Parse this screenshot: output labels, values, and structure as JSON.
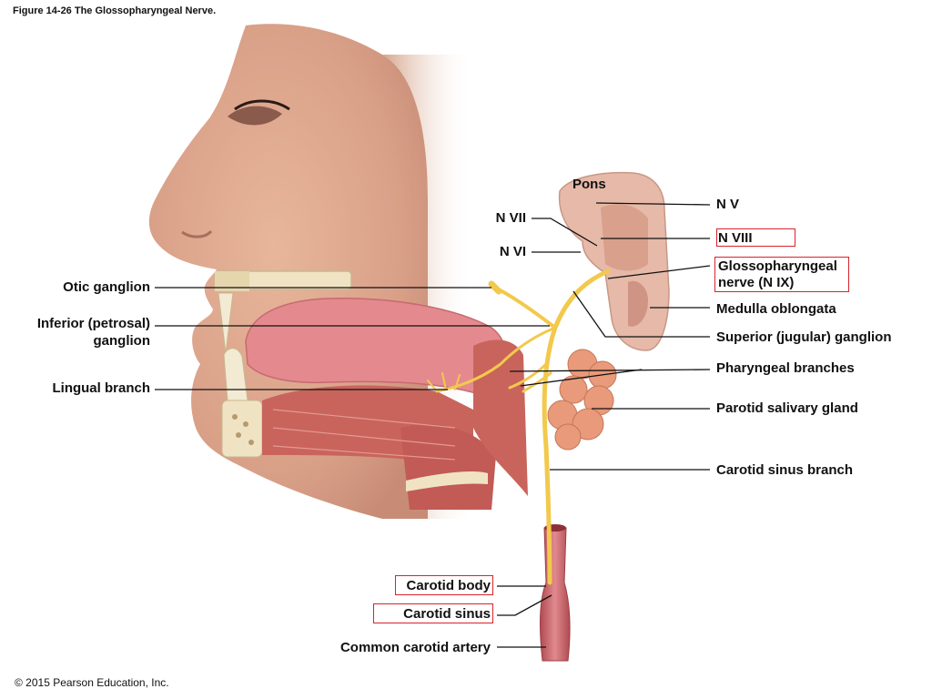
{
  "figure": {
    "caption": "Figure 14-26 The Glossopharyngeal Nerve.",
    "copyright": "© 2015 Pearson Education, Inc."
  },
  "labels": {
    "pons": "Pons",
    "n_v": "N V",
    "n_vii": "N VII",
    "n_viii": "N VIII",
    "n_vi": "N VI",
    "glosso_line1": "Glossopharyngeal",
    "glosso_line2": "nerve (N IX)",
    "otic_ganglion": "Otic ganglion",
    "medulla": "Medulla oblongata",
    "inferior_line1": "Inferior (petrosal)",
    "inferior_line2": "ganglion",
    "superior_ganglion": "Superior (jugular) ganglion",
    "pharyngeal_branches": "Pharyngeal branches",
    "lingual_branch": "Lingual branch",
    "parotid_gland": "Parotid salivary gland",
    "carotid_sinus_branch": "Carotid sinus branch",
    "carotid_body": "Carotid body",
    "carotid_sinus": "Carotid sinus",
    "common_carotid": "Common carotid artery"
  },
  "colors": {
    "highlight_box": "#d8232a",
    "nerve": "#f2c94c",
    "skin": "#e9b99f",
    "muscle": "#c9645c",
    "tongue": "#e48a8f",
    "gland": "#e89a7a",
    "bone": "#efe3c4",
    "brainstem": "#e6b9a8",
    "artery": "#c8585e"
  }
}
